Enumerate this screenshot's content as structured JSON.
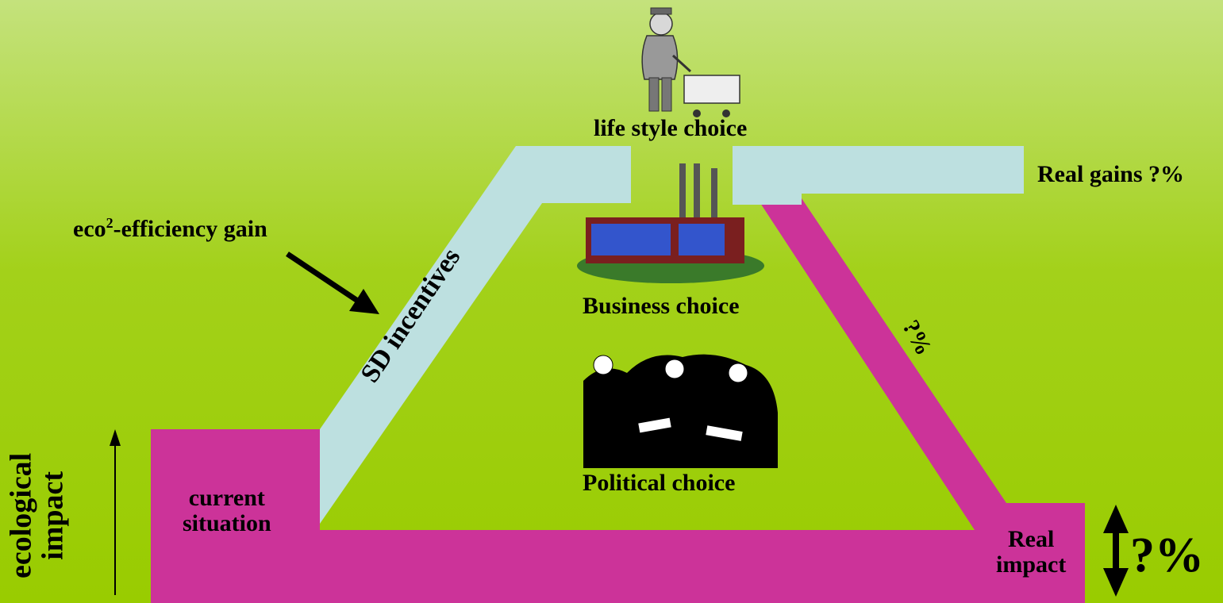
{
  "labels": {
    "lifestyle": "life style choice",
    "real_gains": "Real gains ?%",
    "eco_gain_prefix": "eco",
    "eco_gain_sup": "2",
    "eco_gain_suffix": "-efficiency gain",
    "sd_incentives": "SD incentives",
    "business": "Business choice",
    "political": "Political choice",
    "right_percent": "?%",
    "current_line1": "current",
    "current_line2": "situation",
    "real_line1": "Real",
    "real_line2": "impact",
    "big_percent": "?%",
    "axis_line1": "ecological",
    "axis_line2": "impact"
  },
  "colors": {
    "bg_top": "#c2e27a",
    "bg_bottom": "#99cc00",
    "magenta": "#cc3399",
    "lightblue": "#bde0e0",
    "black": "#000000"
  },
  "icons": {
    "shopper": "shopper-with-cart-icon",
    "factory": "factory-icon",
    "meeting": "meeting-people-icon"
  }
}
